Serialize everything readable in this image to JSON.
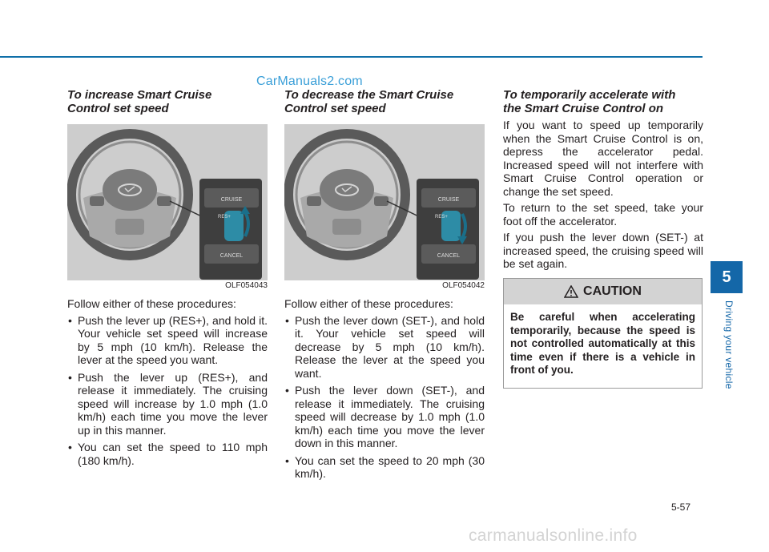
{
  "watermark_top": "CarManuals2.com",
  "col1": {
    "heading_line1": "To increase Smart Cruise",
    "heading_line2": "Control set speed",
    "figure": {
      "code": "OLF054043",
      "buttons": [
        "CRUISE",
        "RES+",
        "CANCEL"
      ]
    },
    "intro": "Follow either of these procedures:",
    "bullets": [
      "Push the lever up (RES+), and hold it. Your vehicle set speed will increase by 5 mph (10 km/h). Release the lever at the speed you want.",
      "Push the lever up (RES+), and release it immediately. The cruising speed will increase by 1.0 mph (1.0 km/h) each time you move the lever up in this manner.",
      "You can set the speed to 110 mph (180 km/h)."
    ]
  },
  "col2": {
    "heading_line1": "To decrease the Smart Cruise",
    "heading_line2": "Control set speed",
    "figure": {
      "code": "OLF054042",
      "buttons": [
        "CRUISE",
        "RES+",
        "CANCEL"
      ]
    },
    "intro": "Follow either of these procedures:",
    "bullets": [
      "Push the lever down (SET-), and hold it. Your vehicle set speed will decrease by 5 mph (10 km/h). Release the lever at the speed you want.",
      "Push the lever down (SET-), and release it immediately. The cruising speed will decrease by 1.0 mph (1.0 km/h) each time you move the lever down in this manner.",
      "You can set the speed to 20 mph (30 km/h)."
    ]
  },
  "col3": {
    "heading_line1": "To temporarily accelerate with",
    "heading_line2": "the Smart Cruise Control on",
    "paragraphs": [
      "If you want to speed up temporarily when the Smart Cruise Control is on, depress the accelerator pedal. Increased speed will not interfere with Smart Cruise Control operation or change the set speed.",
      "To return to the set speed, take your foot off the accelerator.",
      "If you push the lever down (SET-) at increased speed, the cruising speed will be set again."
    ]
  },
  "caution": {
    "title": "CAUTION",
    "icon": "warning-triangle-icon",
    "text": "Be careful when accelerating temporarily, because the speed is not controlled automatically at this time even if there is a vehicle in front of you."
  },
  "side": {
    "chapter": "5",
    "label": "Driving your vehicle"
  },
  "page_number": "5-57",
  "watermark_bottom": "carmanualsonline.info",
  "colors": {
    "accent": "#1467a8",
    "rule": "#0f6fa8",
    "caution_header": "#d3d3d3"
  }
}
